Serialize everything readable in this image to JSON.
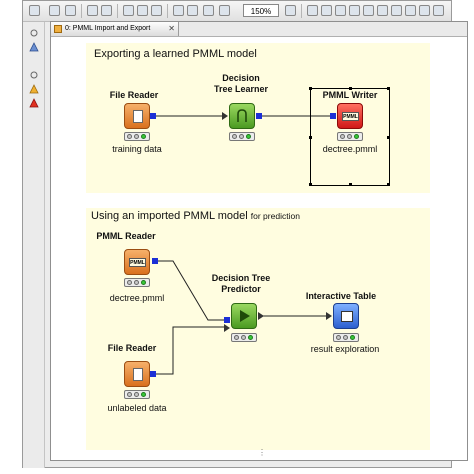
{
  "toolbar": {
    "zoom_value": "150%"
  },
  "tab": {
    "label": "0: PMML Import and Export",
    "close": "✕"
  },
  "top_panel": {
    "title": "Exporting a learned PMML model",
    "nodes": {
      "file_reader": {
        "title": "File Reader",
        "label": "training data"
      },
      "decision_tree_learner": {
        "title_line1": "Decision",
        "title_line2": "Tree Learner"
      },
      "pmml_writer": {
        "title": "PMML Writer",
        "label": "dectree.pmml",
        "icon_text": "PMML"
      }
    }
  },
  "bottom_panel": {
    "title_main": "Using an imported PMML model",
    "title_suffix": "for prediction",
    "nodes": {
      "pmml_reader": {
        "title": "PMML Reader",
        "label": "dectree.pmml",
        "icon_text": "PMML"
      },
      "decision_tree_predictor": {
        "title_line1": "Decision Tree",
        "title_line2": "Predictor"
      },
      "interactive_table": {
        "title": "Interactive Table",
        "label": "result exploration"
      },
      "file_reader": {
        "title": "File Reader",
        "label": "unlabeled data"
      }
    }
  },
  "colors": {
    "panel_background": "#fffde0",
    "port_blue": "#1b2fd6",
    "status_ok": "#37c837"
  }
}
